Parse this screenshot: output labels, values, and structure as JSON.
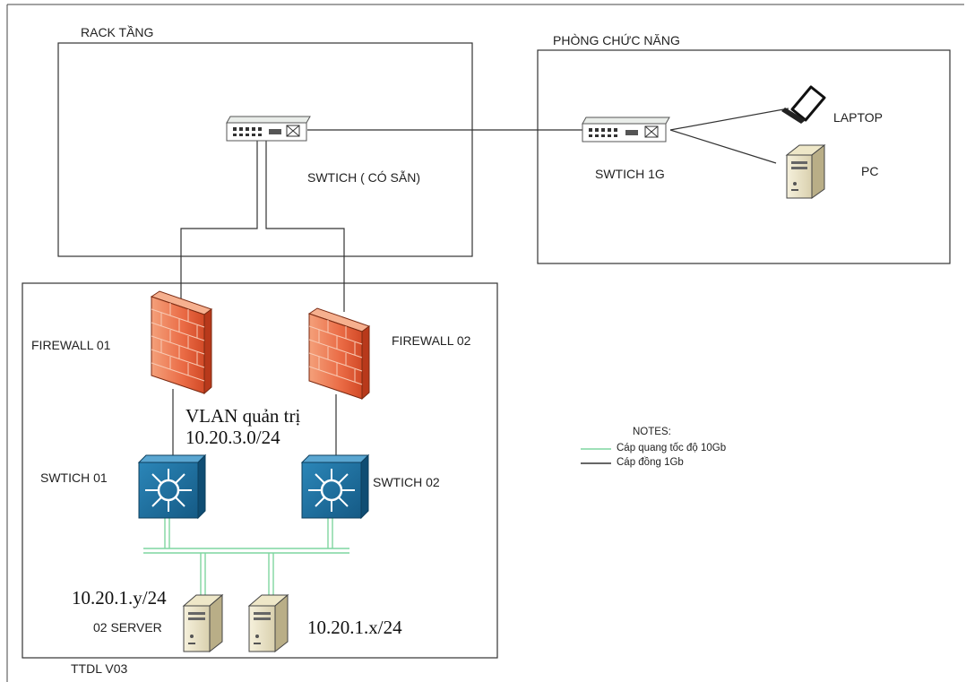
{
  "zones": {
    "rack": "RACK TẦNG",
    "room": "PHÒNG CHỨC NĂNG",
    "dc": "TTDL V03"
  },
  "devices": {
    "core_switch": "SWTICH  ( CÓ SẴN)",
    "room_switch": "SWTICH 1G",
    "laptop": "LAPTOP",
    "pc": "PC",
    "firewall1": "FIREWALL 01",
    "firewall2": "FIREWALL 02",
    "switch1": "SWTICH 01",
    "switch2": "SWTICH 02",
    "servers": "02 SERVER"
  },
  "network": {
    "vlan_name": "VLAN quản trị",
    "vlan_subnet": "10.20.3.0/24",
    "server_ip_y": "10.20.1.y/24",
    "server_ip_x": "10.20.1.x/24"
  },
  "notes": {
    "title": "NOTES:",
    "fiber": "Cáp quang tốc độ 10Gb",
    "copper": "Cáp đồng 1Gb"
  },
  "colors": {
    "fiber": "#7fd6a0",
    "copper": "#333333",
    "firewall": "#e8623c",
    "l3switch": "#1f6f9e"
  }
}
